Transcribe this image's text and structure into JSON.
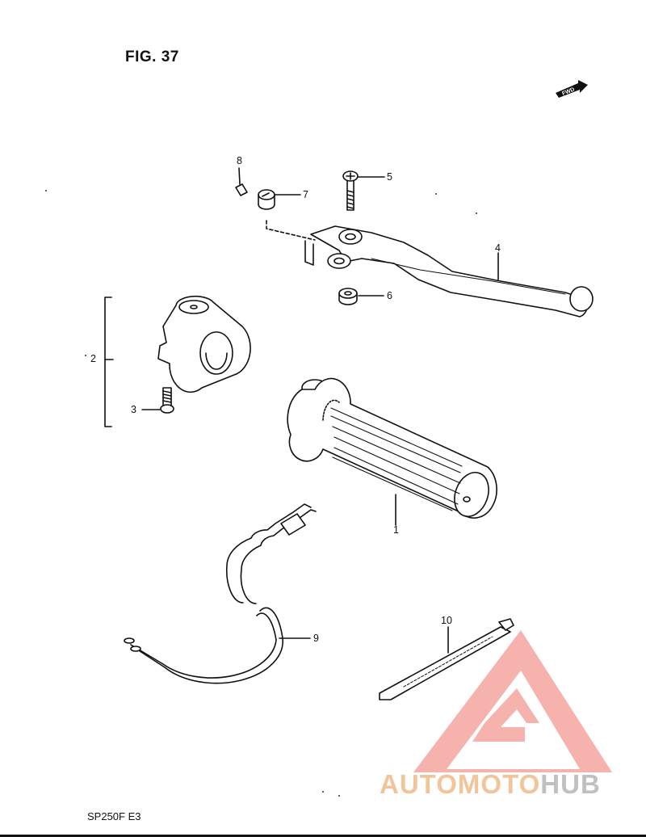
{
  "figure": {
    "title": "FIG. 37",
    "model_code": "SP250F  E3",
    "fwd_label": "FWD"
  },
  "callouts": {
    "c1": "1",
    "c2": "2",
    "c3": "3",
    "c4": "4",
    "c5": "5",
    "c6": "6",
    "c7": "7",
    "c8": "8",
    "c9": "9",
    "c10": "10"
  },
  "watermark": {
    "auto": "AUTO",
    "moto": "MOTO",
    "hub": "HUB",
    "color_primary": "#f2c49a",
    "color_secondary": "#c0c0c0",
    "logo_color": "#f28b82"
  },
  "colors": {
    "line": "#111111",
    "background": "#ffffff"
  }
}
